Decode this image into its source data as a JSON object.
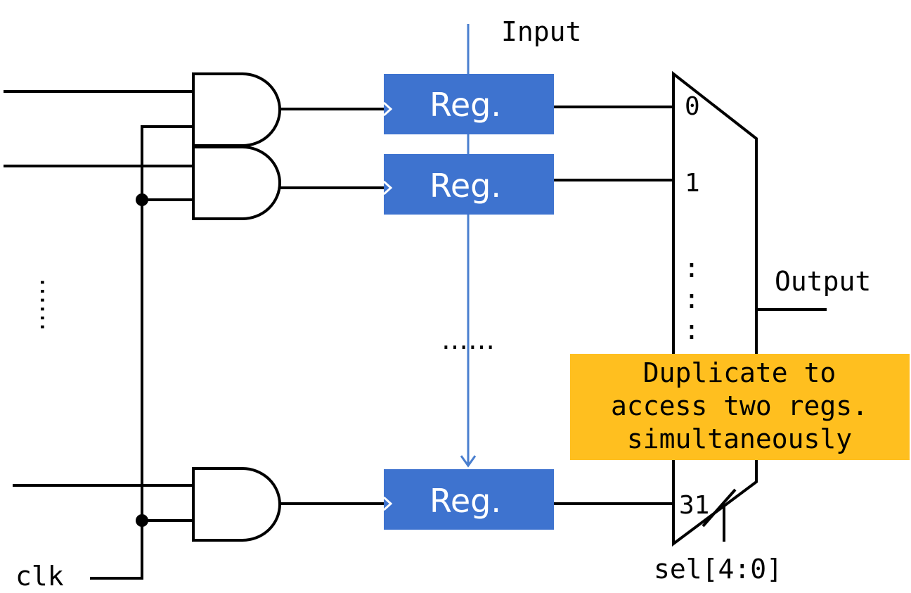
{
  "labels": {
    "input": "Input",
    "output": "Output",
    "clk": "clk",
    "sel": "sel[4:0]",
    "left_ellipsis": "……",
    "center_ellipsis": "……",
    "mux_dots": ":"
  },
  "registers": [
    {
      "label": "Reg."
    },
    {
      "label": "Reg."
    },
    {
      "label": "Reg."
    }
  ],
  "mux_inputs": [
    "0",
    "1",
    "31"
  ],
  "callout": {
    "lines": [
      "Duplicate to",
      "access two regs.",
      "simultaneously"
    ],
    "color": "#ffbf1f"
  },
  "colors": {
    "register": "#3e73cf",
    "bus": "#4a7fcf",
    "wire": "#000000"
  }
}
